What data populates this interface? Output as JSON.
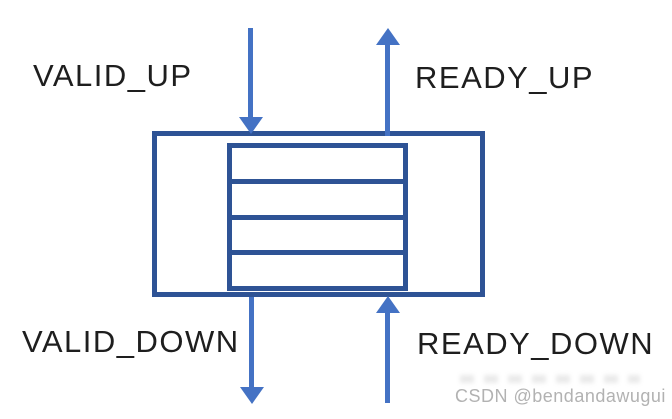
{
  "diagram": {
    "labels": {
      "valid_up": "VALID_UP",
      "ready_up": "READY_UP",
      "valid_down": "VALID_DOWN",
      "ready_down": "READY_DOWN"
    },
    "buffer": {
      "slot_count": 4
    },
    "colors": {
      "arrow_blue": "#4472C4",
      "box_blue": "#2E5395",
      "label_ink": "#1E1E1E",
      "watermark_gray": "#B2B2B2",
      "background": "#FFFFFF"
    }
  },
  "watermark": {
    "text": "CSDN @bendandawugui"
  }
}
